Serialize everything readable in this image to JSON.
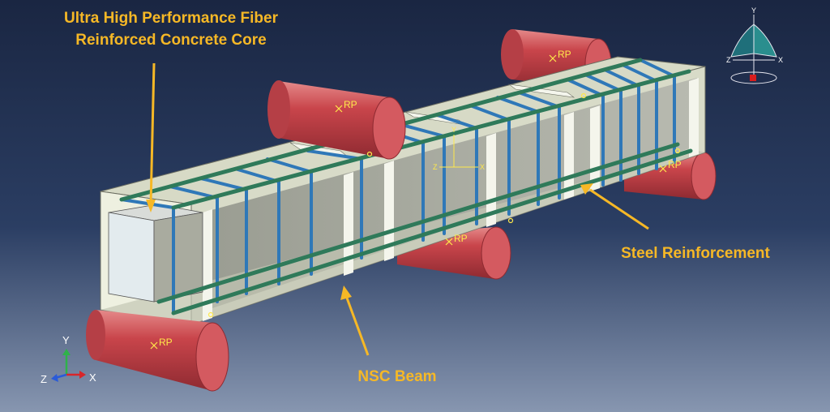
{
  "annotations": {
    "core_line1": "Ultra High Performance Fiber",
    "core_line2": "Reinforced Concrete Core",
    "steel": "Steel Reinforcement",
    "nsc": "NSC Beam"
  },
  "reference_point_label": "RP",
  "triad": {
    "x": "X",
    "y": "Y",
    "z": "Z"
  },
  "colors": {
    "label": "#f6b826",
    "roller": "#c9454b",
    "rebar_long": "#2f7a5a",
    "stirrup": "#2f78b8",
    "concrete": "#e9ecd9",
    "core": "#a9ab9f",
    "rp_marker": "#ffe94a"
  }
}
